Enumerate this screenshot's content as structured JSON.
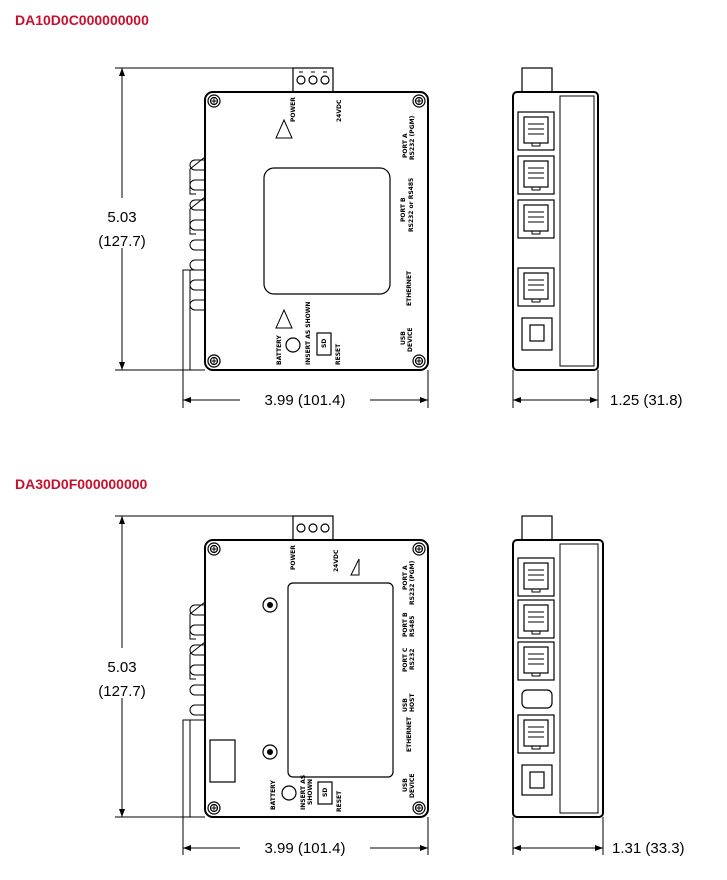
{
  "models": [
    {
      "title": "DA10D0C000000000",
      "height_dim": "5.03",
      "height_dim_mm": "(127.7)",
      "width_dim": "3.99 (101.4)",
      "depth_dim": "1.25 (31.8)",
      "labels": {
        "power": "POWER",
        "voltage": "24VDC",
        "port_a": "PORT A",
        "port_a_sub": "RS232 (PGM)",
        "port_b": "PORT B",
        "port_b_sub": "RS232  or  RS485",
        "ethernet": "ETHERNET",
        "usb": "USB",
        "device": "DEVICE",
        "battery": "BATTERY",
        "insert": "INSERT AS SHOWN",
        "sd": "SD",
        "reset": "RESET"
      }
    },
    {
      "title": "DA30D0F000000000",
      "height_dim": "5.03",
      "height_dim_mm": "(127.7)",
      "width_dim": "3.99 (101.4)",
      "depth_dim": "1.31 (33.3)",
      "labels": {
        "power": "POWER",
        "voltage": "24VDC",
        "port_a": "PORT A",
        "port_a_sub": "RS232 (PGM)",
        "port_b": "PORT B",
        "port_b_sub": "RS485",
        "port_c": "PORT C",
        "port_c_sub": "RS232",
        "usb_host": "USB",
        "host": "HOST",
        "ethernet": "ETHERNET",
        "usb": "USB",
        "device": "DEVICE",
        "battery": "BATTERY",
        "insert": "INSERT AS",
        "insert2": "SHOWN",
        "sd": "SD",
        "reset": "RESET"
      }
    }
  ],
  "colors": {
    "title": "#c8102e"
  }
}
